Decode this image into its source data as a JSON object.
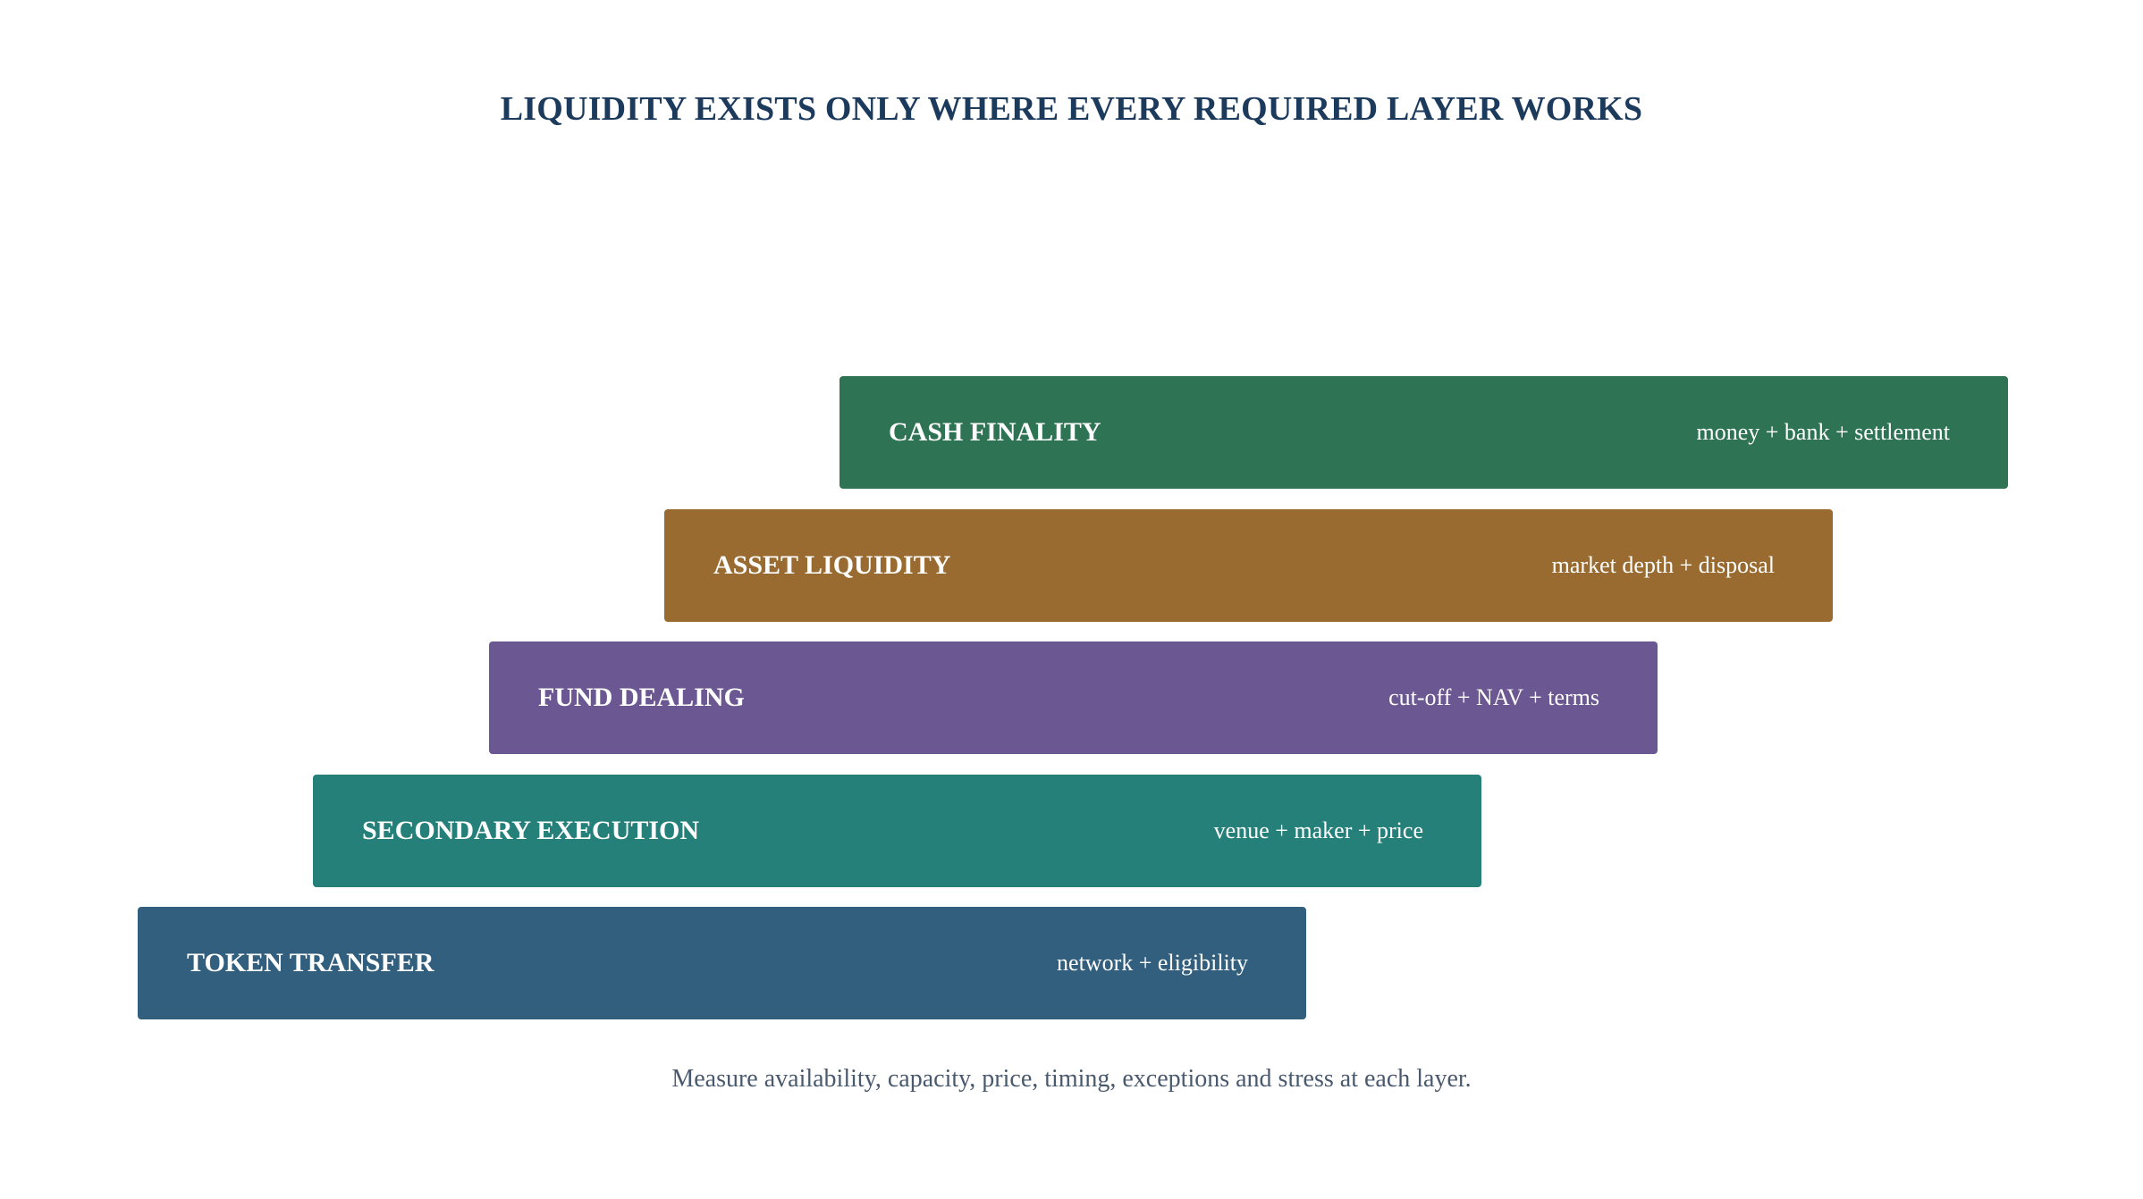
{
  "title": "LIQUIDITY EXISTS ONLY WHERE EVERY REQUIRED LAYER WORKS",
  "layers": [
    {
      "label": "CASH FINALITY",
      "description": "money + bank + settlement",
      "color": "#2e7353"
    },
    {
      "label": "ASSET LIQUIDITY",
      "description": "market depth + disposal",
      "color": "#996b30"
    },
    {
      "label": "FUND DEALING",
      "description": "cut-off + NAV + terms",
      "color": "#6b5791"
    },
    {
      "label": "SECONDARY EXECUTION",
      "description": "venue + maker + price",
      "color": "#26807a"
    },
    {
      "label": "TOKEN TRANSFER",
      "description": "network + eligibility",
      "color": "#325f7e"
    }
  ],
  "footer": "Measure availability, capacity, price, timing, exceptions and stress at each layer."
}
